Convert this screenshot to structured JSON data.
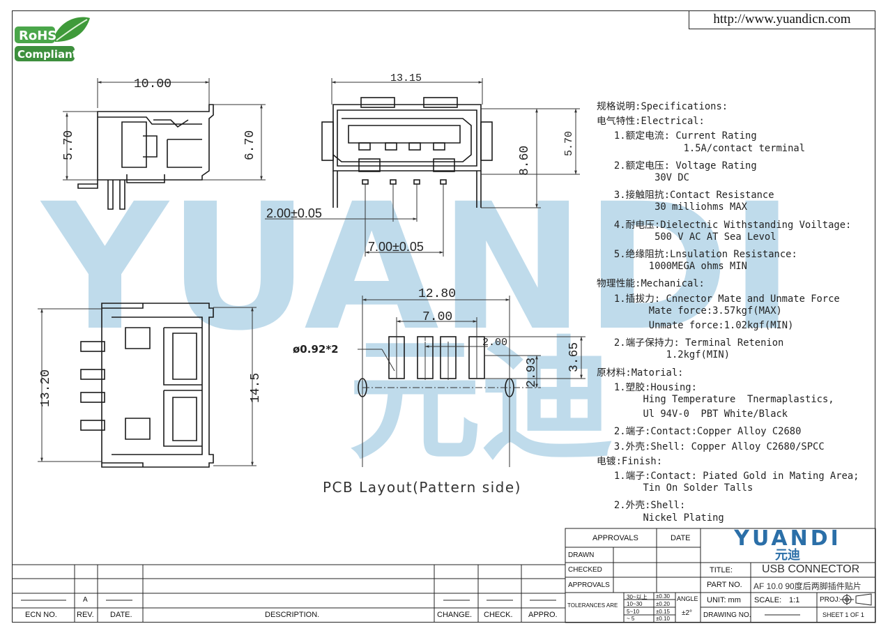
{
  "website": "http://www.yuandicn.com",
  "rohs": {
    "line1": "RoHS",
    "line2": "Compliant"
  },
  "watermark": {
    "latin": "YUANDI",
    "chinese": "元迪",
    "color": "#8cbfdc"
  },
  "dimensions": {
    "side_width": "10.00",
    "side_h1": "5.70",
    "side_h2": "6.70",
    "front_width": "13.15",
    "front_h1": "8.60",
    "front_h2": "5.70",
    "pitch": "2.00±0.05",
    "span": "7.00±0.05",
    "top_h1": "13.20",
    "top_h2": "14.5",
    "pcb_w1": "12.80",
    "pcb_w2": "7.00",
    "pcb_pitch": "2.00",
    "pcb_h1": "3.65",
    "pcb_h2": "2.93",
    "hole": "ø0.92*2"
  },
  "pcb_caption": "PCB Layout(Pattern side)",
  "specs": [
    "规格说明:Specifications:",
    "电气特性:Electrical:",
    "   1.额定电流: Current Rating",
    "               1.5A/contact terminal",
    "   2.额定电压: Voltage Rating",
    "          30V DC",
    "   3.接触阻抗:Contact Resistance",
    "          30 milliohms MAX",
    "   4.耐电压:Dielectnic Withstanding Voiltage:",
    "          500 V AC AT Sea Levol",
    "   5.绝缘阻抗:Lnsulation Resistance:",
    "         1000MEGA ohms MIN",
    "物理性能:Mechanical:",
    "   1.插拔力: Cnnector Mate and Unmate Force",
    "         Mate force:3.57kgf(MAX)",
    "         Unmate force:1.02kgf(MIN)",
    "   2.端子保持力: Terminal Retenion",
    "            1.2kgf(MIN)",
    "原材料:Matorial:",
    "   1.塑胶:Housing:",
    "        Hing Temperature  Tnermaplastics,",
    "        Ul 94V-0  PBT White/Black",
    "   2.端子:Contact:Copper Alloy C2680",
    "   3.外壳:Shell: Copper Alloy C2680/SPCC",
    "电镀:Finish:",
    "   1.端子:Contact: Piated Gold in Mating Area;",
    "        Tin On Solder Talls",
    "   2.外壳:Shell:",
    "        Nickel Plating"
  ],
  "titleblock": {
    "approvals": "APPROVALS",
    "date": "DATE",
    "drawn": "DRAWN",
    "checked": "CHECKED",
    "approvals2": "APPROVALS",
    "tolerances": "TOLERANCES  ARE",
    "tol_rows": [
      [
        "30~以上",
        "±0.30"
      ],
      [
        "10~30",
        "±0.20"
      ],
      [
        "5~10",
        "±0.15"
      ],
      [
        "~ 5",
        "±0.10"
      ]
    ],
    "angle": "ANGLE",
    "angle_val": "±2°",
    "logo_en": "YUANDI",
    "logo_cn": "元迪",
    "title_label": "TITLE:",
    "title_value": "USB CONNECTOR",
    "partno_label": "PART  NO.",
    "partno_value": "AF 10.0 90度后两脚插件贴片",
    "unit": "UNIT:  mm",
    "scale_label": "SCALE:",
    "scale_value": "1:1",
    "proj": "PROJ:",
    "drawing_no": "DRAWING  NO.",
    "sheet": "SHEET    1  OF  1",
    "rev_value": "A",
    "ecn": "ECN  NO.",
    "rev": "REV.",
    "date_col": "DATE.",
    "description": "DESCRIPTION.",
    "change": "CHANGE.",
    "check": "CHECK.",
    "appro": "APPRO."
  }
}
